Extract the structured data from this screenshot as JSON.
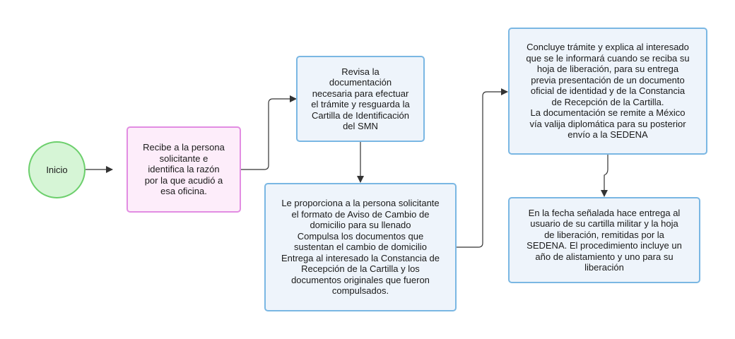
{
  "colors": {
    "start_fill": "#d6f5d6",
    "start_border": "#6ccf6c",
    "pink_fill": "#fdedfa",
    "pink_border": "#e28de2",
    "blue_fill": "#eef4fb",
    "blue_border": "#7ab7e3",
    "arrow": "#333333"
  },
  "nodes": {
    "start": "Inicio",
    "receive": "Recibe a la persona\nsolicitante e\nidentifica la razón\npor la que acudió a\nesa oficina.",
    "review": "Revisa la\ndocumentación\nnecesaria para efectuar\nel trámite y resguarda la\nCartilla de Identificación\ndel SMN",
    "provide": "Le proporciona a la persona solicitante\nel formato de Aviso de Cambio de\ndomicilio para su llenado\nCompulsa los documentos que\nsustentan el cambio de domicilio\nEntrega al interesado la Constancia de\nRecepción de la Cartilla y los\ndocumentos originales que fueron\ncompulsados.",
    "conclude": "Concluye trámite y explica al interesado\nque se le informará cuando se reciba su\nhoja de liberación, para su entrega\nprevia presentación de un documento\noficial de identidad y de la Constancia\nde Recepción de la Cartilla.\nLa documentación se remite a México\nvía valija diplomática para su posterior\nenvío a la SEDENA",
    "deliver": "En la fecha señalada hace entrega al\nusuario de su cartilla militar y la hoja\nde liberación, remitidas por la\nSEDENA.  El procedimiento incluye un\naño de alistamiento y uno para su\nliberación"
  }
}
